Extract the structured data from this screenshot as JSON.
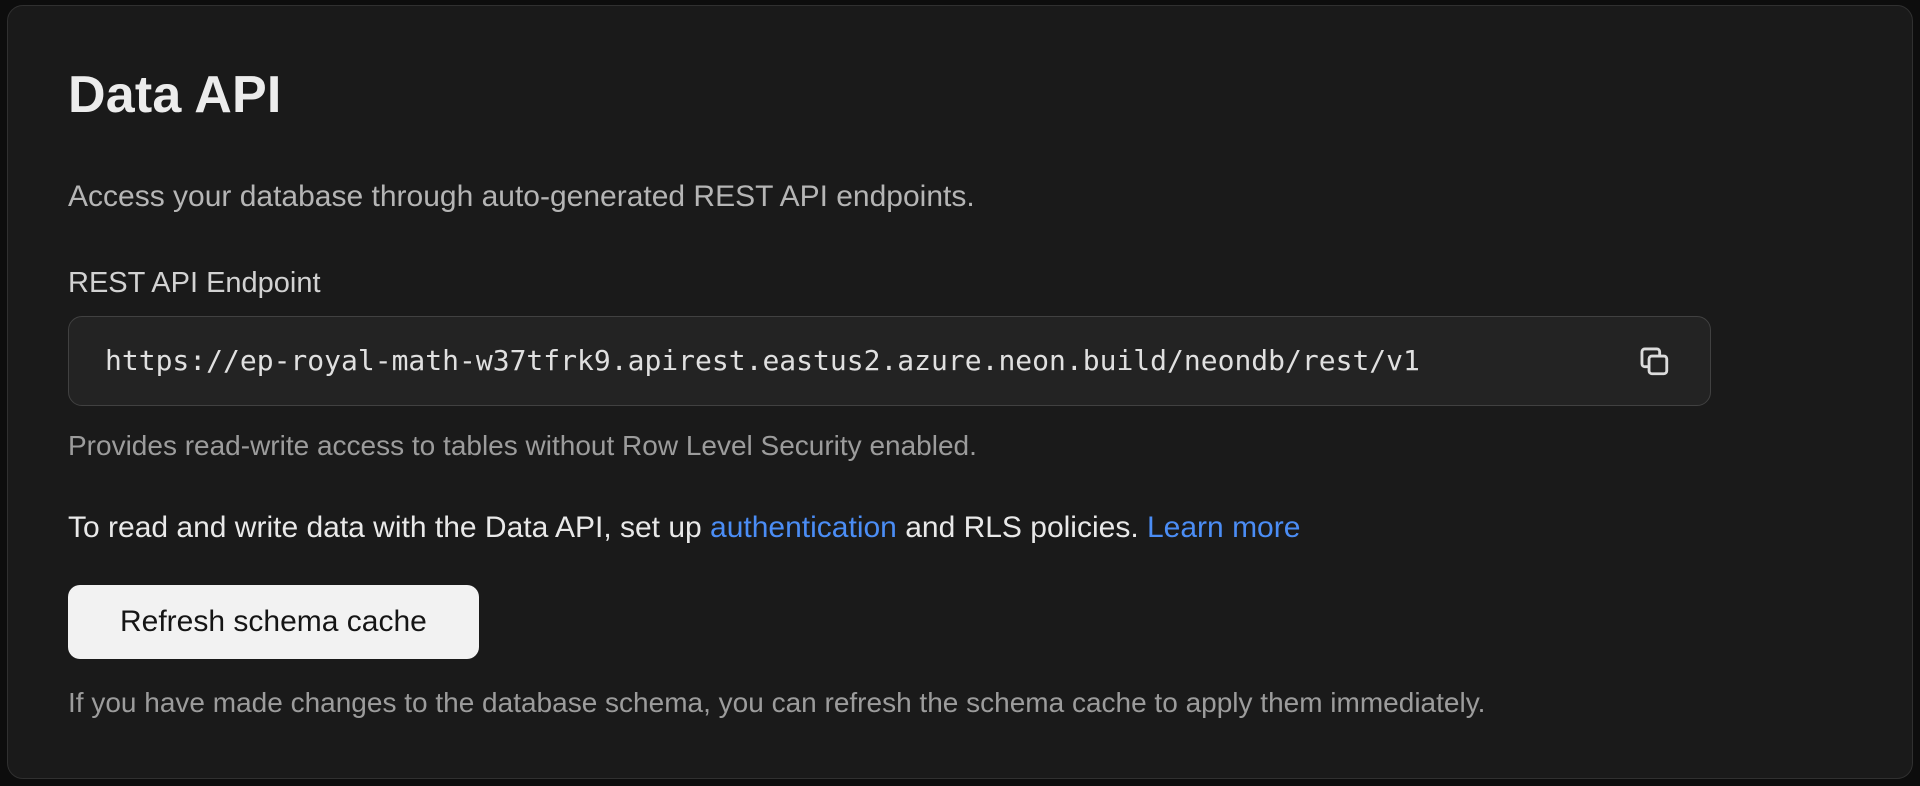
{
  "panel": {
    "title": "Data API",
    "description": "Access your database through auto-generated REST API endpoints."
  },
  "endpoint": {
    "label": "REST API Endpoint",
    "url": "https://ep-royal-math-w37tfrk9.apirest.eastus2.azure.neon.build/neondb/rest/v1",
    "copy_icon": "copy-icon",
    "helper": "Provides read-write access to tables without Row Level Security enabled."
  },
  "rls_note": {
    "text_before": "To read and write data with the Data API, set up ",
    "auth_link": "authentication",
    "text_middle": " and RLS policies. ",
    "learn_more_link": "Learn more"
  },
  "schema_cache": {
    "button_label": "Refresh schema cache",
    "helper": "If you have made changes to the database schema, you can refresh the schema cache to apply them immediately."
  },
  "colors": {
    "page_bg": "#0d0d0d",
    "panel_bg": "#1a1a1a",
    "panel_border": "#303030",
    "field_bg": "#232323",
    "field_border": "#414141",
    "link": "#4b8df5",
    "button_bg": "#f2f2f2",
    "button_text": "#151515"
  }
}
